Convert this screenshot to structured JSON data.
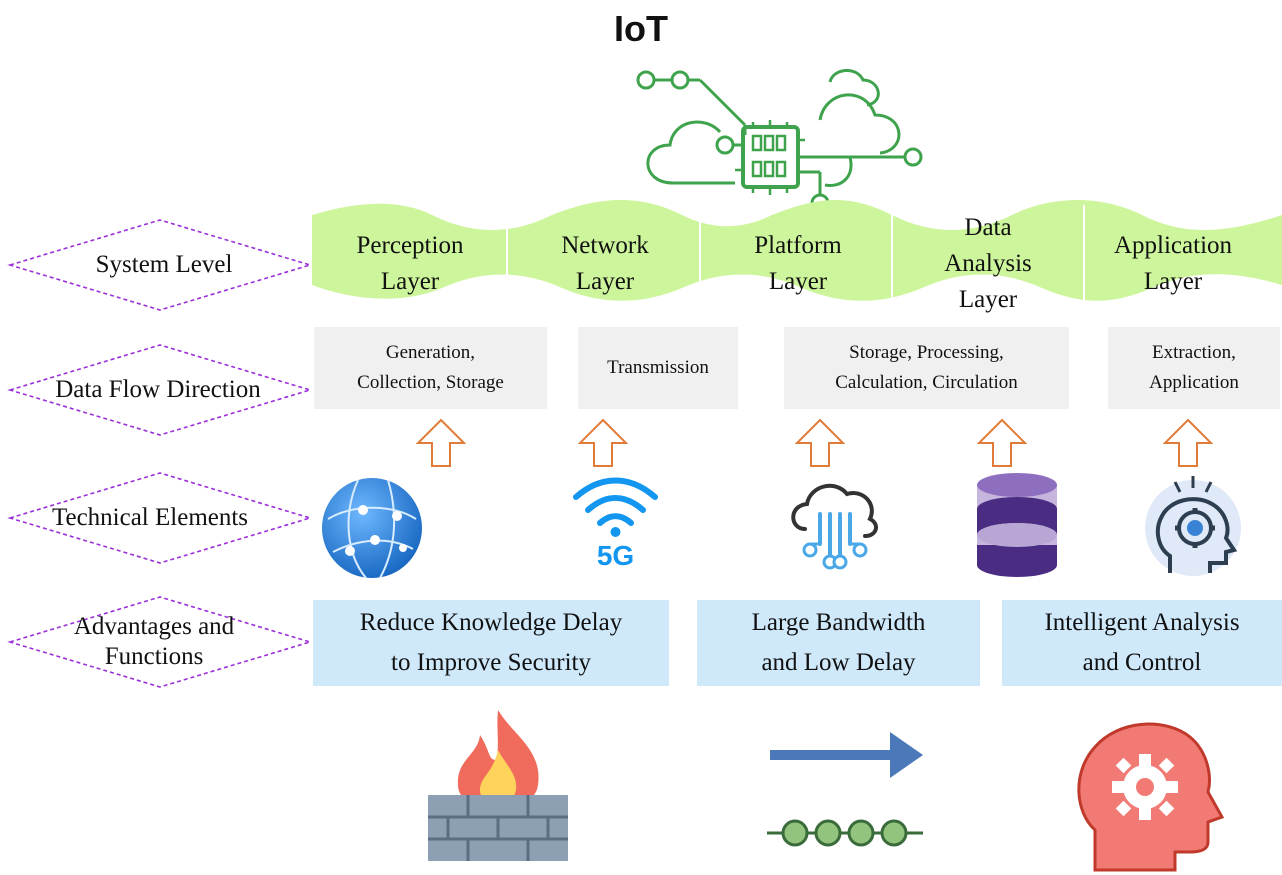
{
  "title": "IoT",
  "rows": {
    "system_level": "System Level",
    "data_flow": "Data Flow Direction",
    "technical": "Technical Elements",
    "advantages": "Advantages and\nFunctions"
  },
  "layers": [
    {
      "label": "Perception\nLayer"
    },
    {
      "label": "Network\nLayer"
    },
    {
      "label": "Platform\nLayer"
    },
    {
      "label": "Data\nAnalysis\nLayer"
    },
    {
      "label": "Application\nLayer"
    }
  ],
  "flows": [
    {
      "label": "Generation,\nCollection, Storage"
    },
    {
      "label": "Transmission"
    },
    {
      "label": "Storage, Processing,\nCalculation, Circulation"
    },
    {
      "label": "Extraction,\nApplication"
    }
  ],
  "technical_elements": [
    {
      "icon": "globe-network-icon"
    },
    {
      "icon": "wifi-5g-icon",
      "text": "5G"
    },
    {
      "icon": "cloud-computing-icon"
    },
    {
      "icon": "database-icon"
    },
    {
      "icon": "ai-head-gear-icon"
    }
  ],
  "advantages": [
    {
      "label": "Reduce Knowledge Delay\nto Improve Security",
      "icon": "firewall-icon"
    },
    {
      "label": "Large Bandwidth\nand Low Delay",
      "icon": "fast-transmission-icon"
    },
    {
      "label": "Intelligent Analysis\nand Control",
      "icon": "intelligent-head-icon"
    }
  ],
  "colors": {
    "wave": "#cdf59b",
    "flow_box": "#f0f0f0",
    "adv_box": "#cfe9fb",
    "arrow": "#e07b39",
    "diamond": "#9b30d9",
    "iot_green": "#4caf50"
  }
}
